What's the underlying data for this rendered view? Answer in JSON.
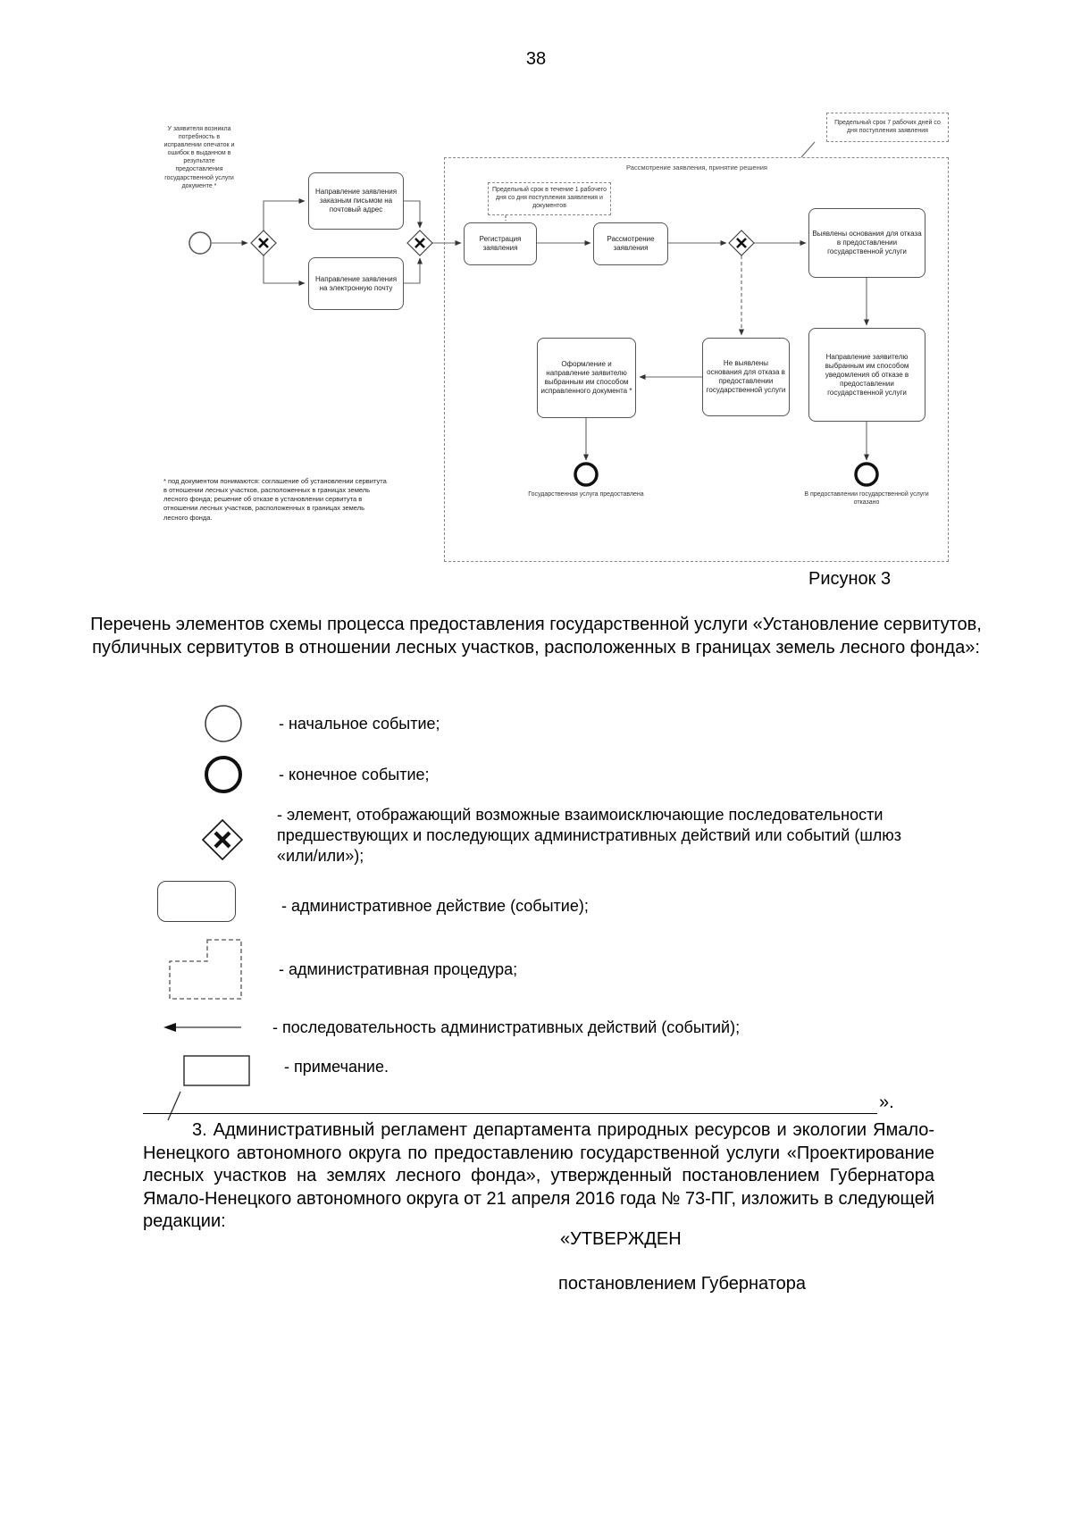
{
  "page": {
    "number": "38"
  },
  "figure": {
    "caption": "Рисунок 3",
    "start_note": "У заявителя возникла потребность в исправлении опечаток и ошибок в выданном в результате предоставления государственной услуги документе *",
    "deadline_note_7days": "Предельный срок 7 рабочих дней со дня поступления заявления",
    "container_label": "Рассмотрение заявления, принятие решения",
    "deadline_note_1day": "Предельный срок в течение 1 рабочего дня со дня поступления заявления и документов",
    "nodes": {
      "send_mail": "Направление заявления заказным письмом на почтовый адрес",
      "send_email": "Направление заявления на электронную почту",
      "registration": "Регистрация заявления",
      "review": "Рассмотрение заявления",
      "grounds_found": "Выявлены основания для отказа в предоставлении государственной услуги",
      "grounds_not_found": "Не выявлены основания для отказа в предоставлении государственной услуги",
      "notify_refusal": "Направление заявителю выбранным им способом уведомления об отказе в предоставлении государственной услуги",
      "send_corrected": "Оформление и направление заявителю выбранным им способом исправленного документа *",
      "end_provided": "Государственная услуга предоставлена",
      "end_refused": "В предоставлении государственной услуги отказано"
    },
    "footnote": "* под документом понимаются: соглашение об установлении сервитута в отношении лесных участков, расположенных в границах земель лесного фонда; решение об отказе в установлении сервитута в отношении лесных участков, расположенных в границах земель лесного фонда."
  },
  "legend": {
    "intro": "Перечень элементов схемы процесса предоставления государственной услуги «Установление сервитутов, публичных сервитутов в отношении лесных участков, расположенных в границах земель лесного фонда»:",
    "items": [
      "- начальное событие;",
      "- конечное событие;",
      "- элемент, отображающий возможные взаимоисключающие последовательности предшествующих и последующих административных действий или событий (шлюз «или/или»);",
      "- административное действие (событие);",
      "- административная процедура;",
      "- последовательность административных действий (событий);",
      "- примечание."
    ],
    "closing_quote": "»."
  },
  "body": {
    "paragraph_3": "3. Административный регламент департамента природных ресурсов и экологии Ямало-Ненецкого автономного округа по предоставлению государственной услуги «Проектирование лесных участков на землях лесного фонда», утвержденный постановлением Губернатора Ямало-Ненецкого автономного округа от 21 апреля 2016 года № 73-ПГ, изложить в следующей редакции:",
    "approved_line": "«УТВЕРЖДЕН",
    "decree_line": "постановлением Губернатора"
  }
}
